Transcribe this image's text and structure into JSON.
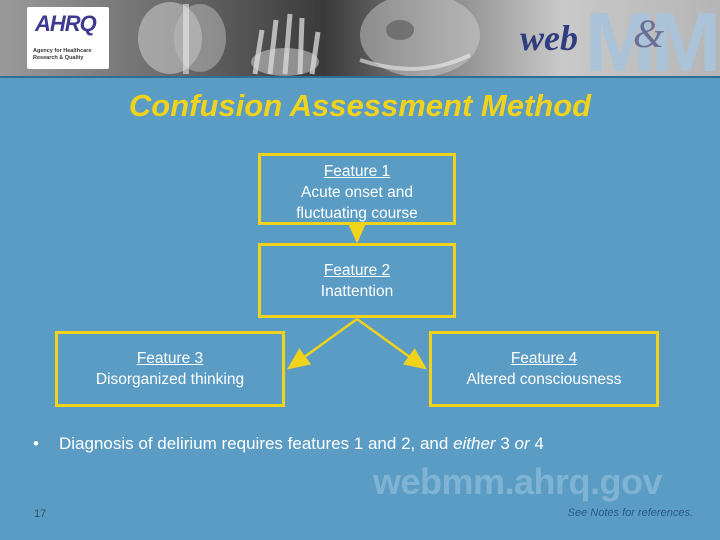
{
  "header": {
    "logo_text": "AHRQ",
    "logo_subtitle": "Agency for Healthcare Research & Quality",
    "brand_web": "web",
    "brand_mm": "MM",
    "brand_amp": "&"
  },
  "title": "Confusion Assessment Method",
  "features": [
    {
      "heading": "Feature 1",
      "desc": "Acute onset and fluctuating course"
    },
    {
      "heading": "Feature 2",
      "desc": "Inattention"
    },
    {
      "heading": "Feature 3",
      "desc": "Disorganized thinking"
    },
    {
      "heading": "Feature 4",
      "desc": "Altered consciousness"
    }
  ],
  "bullet": {
    "marker": "•",
    "text_before": "Diagnosis of delirium requires features 1 and 2, and ",
    "either": "either",
    "text_mid": " 3 ",
    "or": "or",
    "text_after": " 4"
  },
  "footer": {
    "watermark": "webmm.ahrq.gov",
    "slide_number": "17",
    "notes": "See Notes for references."
  },
  "colors": {
    "background": "#5b9cc4",
    "accent": "#f2d31b",
    "text": "#ffffff"
  }
}
